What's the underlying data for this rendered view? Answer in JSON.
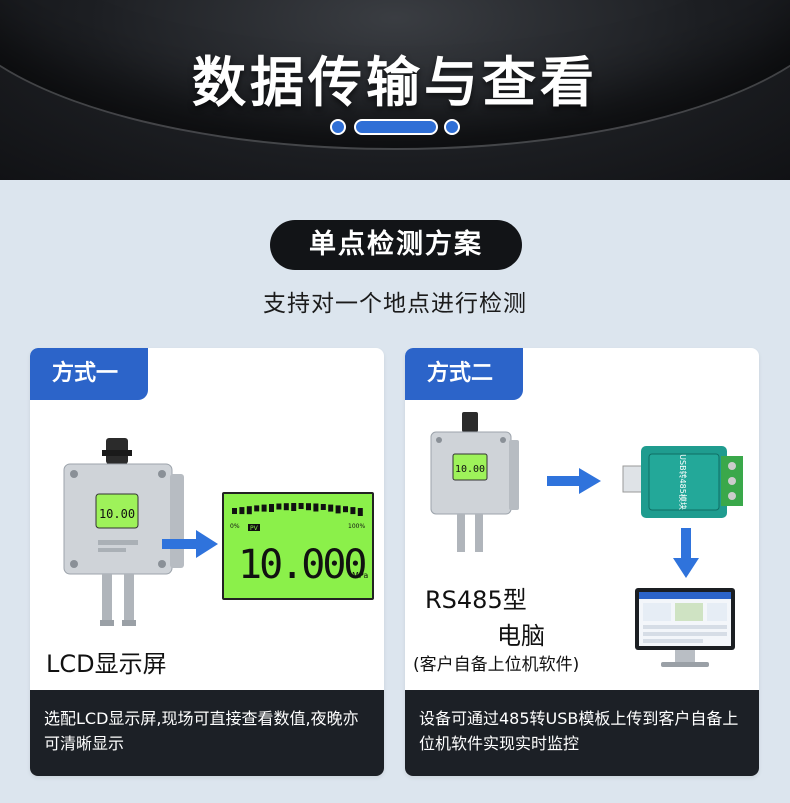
{
  "header": {
    "title": "数据传输与查看"
  },
  "section": {
    "title": "单点检测方案",
    "subtitle": "支持对一个地点进行检测"
  },
  "card1": {
    "tag": "方式一",
    "lcd_reading": "10.000",
    "lcd_unit": "MPa",
    "lcd_pv": "PV",
    "lcd_scale_min": "0%",
    "lcd_scale_max": "100%",
    "device_reading": "10.00",
    "caption": "LCD显示屏",
    "description": "选配LCD显示屏,现场可直接查看数值,夜晚亦可清晰显示"
  },
  "card2": {
    "tag": "方式二",
    "device_reading": "10.00",
    "module_label": "USB转485模块",
    "caption_line1": "RS485型",
    "caption_line2": "电脑",
    "caption_line3": "(客户自备上位机软件)",
    "description": "设备可通过485转USB模板上传到客户自备上位机软件实现实时监控"
  },
  "colors": {
    "accent": "#2c64c9",
    "lcd_green": "#8bf04a",
    "dark": "#121417"
  }
}
